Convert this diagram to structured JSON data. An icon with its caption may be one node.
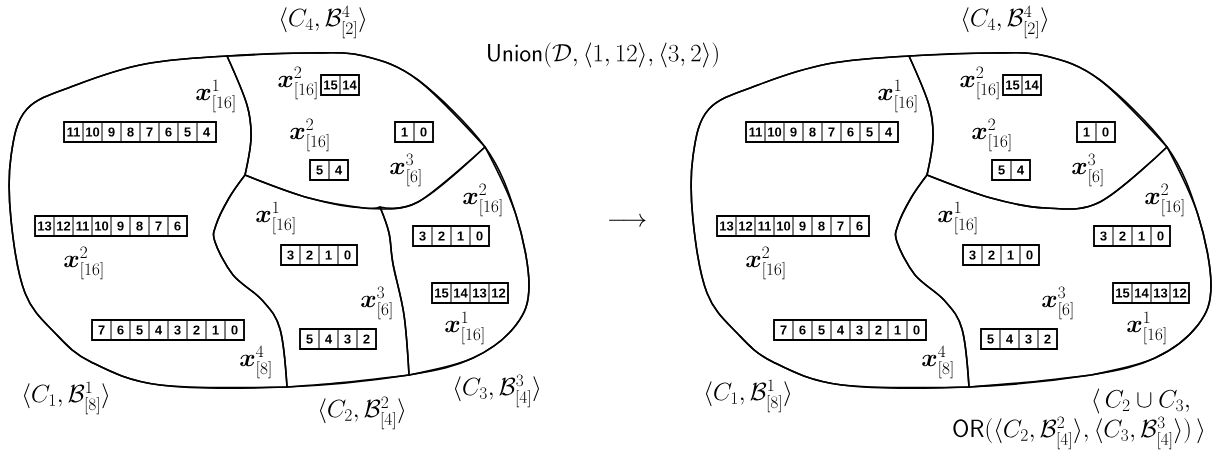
{
  "diagram": {
    "title": "\\mathsf{Union}(\\mathcal{D}, \\langle 1, 12\\rangle, \\langle 3, 2\\rangle)",
    "nodes": [
      {
        "text": [],
        "shape": "blob"
      },
      {
        "text": [
          "\\boldsymbol{x}^{2}_{[16]}",
          "\\boldsymbol{x}^{2}_{[16]}",
          "\\boldsymbol{x}^{3}_{[6]}"
        ],
        "beside": [
          "\\langle C_4, \\mathcal{B}^{4}_{[2]}\\rangle"
        ],
        "in": 0
      },
      {
        "text": [
          "15",
          "14"
        ],
        "in": 1
      },
      {
        "text": [
          "1",
          "0"
        ],
        "in": 1
      },
      {
        "text": [
          "5",
          "4"
        ],
        "in": 1
      },
      {
        "text": [
          "\\boldsymbol{x}^{1}_{[16]}",
          "\\boldsymbol{x}^{2}_{[16]}",
          "\\boldsymbol{x}^{4}_{[8]}"
        ],
        "beside": [
          "\\langle C_1, \\mathcal{B}^{1}_{[8]}\\rangle"
        ],
        "in": 0
      },
      {
        "text": [
          "11",
          "10",
          "9",
          "8",
          "7",
          "6",
          "5",
          "4"
        ],
        "in": 5
      },
      {
        "text": [
          "13",
          "12",
          "11",
          "10",
          "9",
          "8",
          "7",
          "6"
        ],
        "in": 5
      },
      {
        "text": [
          "7",
          "6",
          "5",
          "4",
          "3",
          "2",
          "1",
          "0"
        ],
        "in": 5
      },
      {
        "text": [
          "\\boldsymbol{x}^{1}_{[16]}",
          "\\boldsymbol{x}^{3}_{[6]}"
        ],
        "beside": [
          "\\langle C_2, \\mathcal{B}^{2}_{[4]}\\rangle"
        ],
        "in": 0
      },
      {
        "text": [
          "3",
          "2",
          "1",
          "0"
        ],
        "in": 9
      },
      {
        "text": [
          "5",
          "4",
          "3",
          "2"
        ],
        "in": 9
      },
      {
        "text": [
          "\\boldsymbol{x}^{2}_{[16]}",
          "\\boldsymbol{x}^{1}_{[16]}"
        ],
        "beside": [
          "\\langle C_3, \\mathcal{B}^{3}_{[4]}\\rangle"
        ],
        "in": 0
      },
      {
        "text": [
          "3",
          "2",
          "1",
          "0"
        ],
        "in": 12
      },
      {
        "text": [
          "15",
          "14",
          "13",
          "12"
        ],
        "in": 12
      },
      {
        "text": [],
        "shape": "blob"
      },
      {
        "text": [
          "\\boldsymbol{x}^{2}_{[16]}",
          "\\boldsymbol{x}^{2}_{[16]}",
          "\\boldsymbol{x}^{3}_{[6]}"
        ],
        "beside": [
          "\\langle C_4, \\mathcal{B}^{4}_{[2]}\\rangle"
        ],
        "in": 15
      },
      {
        "text": [
          "15",
          "14"
        ],
        "in": 16
      },
      {
        "text": [
          "1",
          "0"
        ],
        "in": 16
      },
      {
        "text": [
          "5",
          "4"
        ],
        "in": 16
      },
      {
        "text": [
          "\\boldsymbol{x}^{1}_{[16]}",
          "\\boldsymbol{x}^{2}_{[16]}",
          "\\boldsymbol{x}^{4}_{[8]}"
        ],
        "beside": [
          "\\langle C_1, \\mathcal{B}^{1}_{[8]}\\rangle"
        ],
        "in": 15
      },
      {
        "text": [
          "11",
          "10",
          "9",
          "8",
          "7",
          "6",
          "5",
          "4"
        ],
        "in": 20
      },
      {
        "text": [
          "13",
          "12",
          "11",
          "10",
          "9",
          "8",
          "7",
          "6"
        ],
        "in": 20
      },
      {
        "text": [
          "7",
          "6",
          "5",
          "4",
          "3",
          "2",
          "1",
          "0"
        ],
        "in": 20
      },
      {
        "text": [
          "\\boldsymbol{x}^{2}_{[16]}",
          "\\boldsymbol{x}^{1}_{[16]}",
          "\\boldsymbol{x}^{3}_{[6]}",
          "\\boldsymbol{x}^{1}_{[16]}"
        ],
        "beside": [
          "\\langle\\, C_2 \\cup C_3,",
          "\\mathsf{OR}(\\langle C_2, \\mathcal{B}^{2}_{[4]}\\rangle, \\langle C_3, \\mathcal{B}^{3}_{[4]}\\rangle)\\,\\rangle"
        ],
        "in": 15
      },
      {
        "text": [
          "3",
          "2",
          "1",
          "0"
        ],
        "in": 24
      },
      {
        "text": [
          "3",
          "2",
          "1",
          "0"
        ],
        "in": 24
      },
      {
        "text": [
          "15",
          "14",
          "13",
          "12"
        ],
        "in": 24
      },
      {
        "text": [
          "5",
          "4",
          "3",
          "2"
        ],
        "in": 24
      }
    ],
    "labels": [
      "\\longrightarrow"
    ]
  }
}
